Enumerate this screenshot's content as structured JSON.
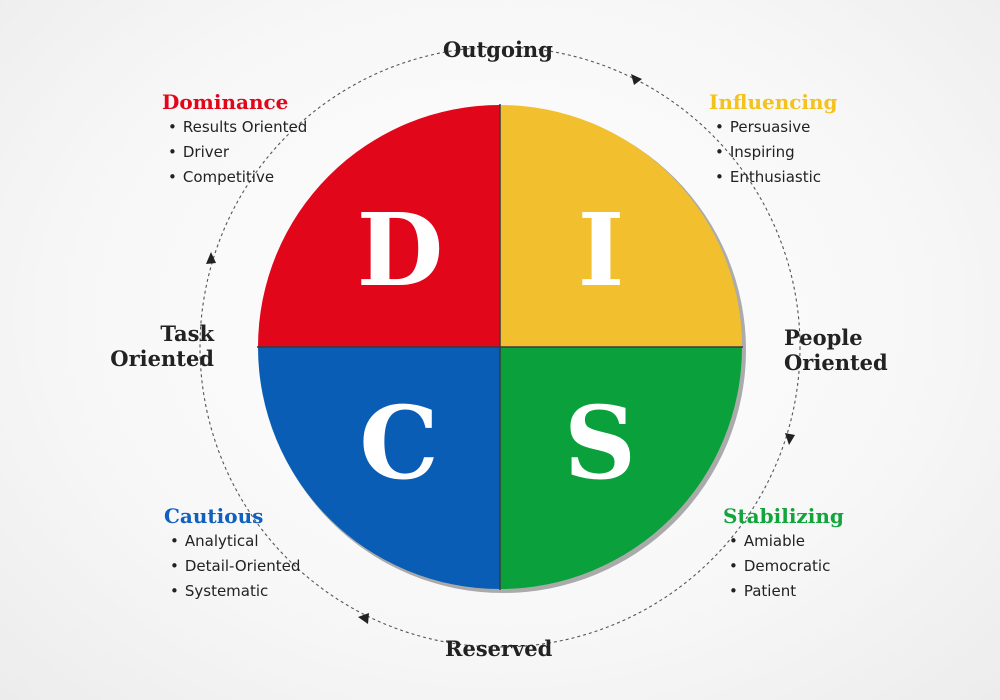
{
  "axes": {
    "top": "Outgoing",
    "bottom": "Reserved",
    "left_line1": "Task",
    "left_line2": "Oriented",
    "right_line1": "People",
    "right_line2": "Oriented"
  },
  "quadrants": {
    "d": {
      "letter": "D",
      "title": "Dominance",
      "color": "#e1061a",
      "title_color": "#e1061a",
      "traits": [
        "Results Oriented",
        "Driver",
        "Competitive"
      ]
    },
    "i": {
      "letter": "I",
      "title": "Influencing",
      "color": "#f2c02e",
      "title_color": "#f5c21b",
      "traits": [
        "Persuasive",
        "Inspiring",
        "Enthusiastic"
      ]
    },
    "s": {
      "letter": "S",
      "title": "Stabilizing",
      "color": "#0aa03b",
      "title_color": "#11a53c",
      "traits": [
        "Amiable",
        "Democratic",
        "Patient"
      ]
    },
    "c": {
      "letter": "C",
      "title": "Cautious",
      "color": "#0a5db5",
      "title_color": "#1060c0",
      "traits": [
        "Analytical",
        "Detail-Oriented",
        "Systematic"
      ]
    }
  }
}
